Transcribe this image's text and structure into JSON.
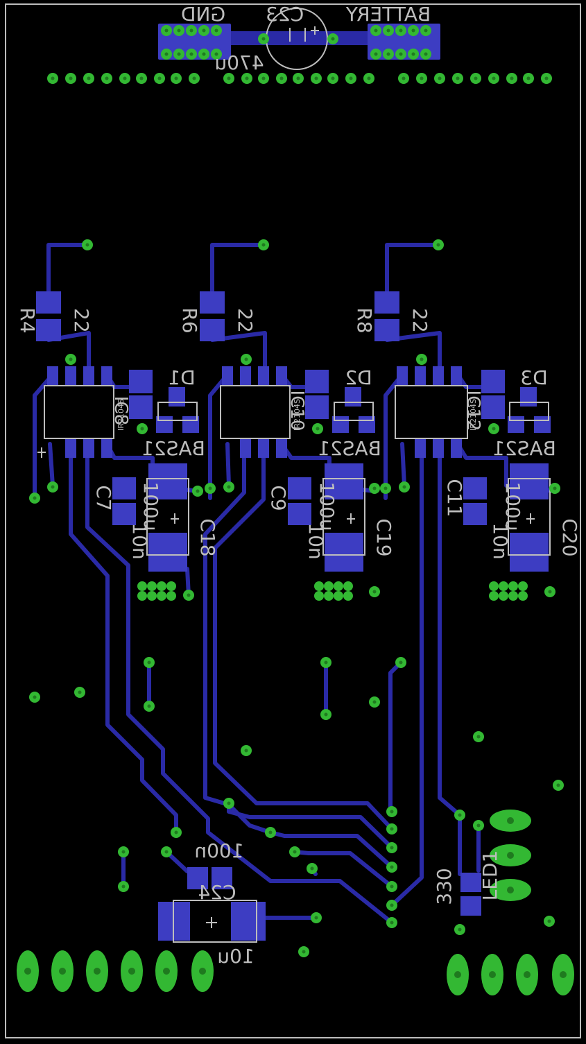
{
  "colors": {
    "background": "#000000",
    "outline": "#bdbdbd",
    "trace": "#2a2aa6",
    "pad_smd": "#3d3dc2",
    "pad_through": "#33b833",
    "silk": "#bdbdbd"
  },
  "labels": {
    "c23": "C23",
    "gnd": "GND",
    "battery": "BATTERY",
    "c23_value": "470u",
    "r4": "R4",
    "r4_value": "22",
    "r6": "R6",
    "r6_value": "22",
    "r8": "R8",
    "r8_value": "22",
    "d1": "D1",
    "d2": "D2",
    "d3": "D3",
    "ic1": "IC8",
    "ic2": "IC10",
    "ic3": "IC12",
    "ic_part": "IR2104S",
    "bas1": "BAS21",
    "bas2": "BAS21",
    "bas3": "BAS21",
    "c7": "C7",
    "c9": "C9",
    "c11": "C11",
    "c_small_value1": "10n",
    "c_small_value2": "10n",
    "c_small_value3": "10n",
    "c_big_value1": "100u",
    "c_big_value2": "100u",
    "c_big_value3": "100u",
    "c18": "C18",
    "c19": "C19",
    "c20": "C20",
    "c24_value_top": "100n",
    "c24": "C24",
    "c24_value_bottom": "10u",
    "r330": "330",
    "led1": "LED1"
  }
}
